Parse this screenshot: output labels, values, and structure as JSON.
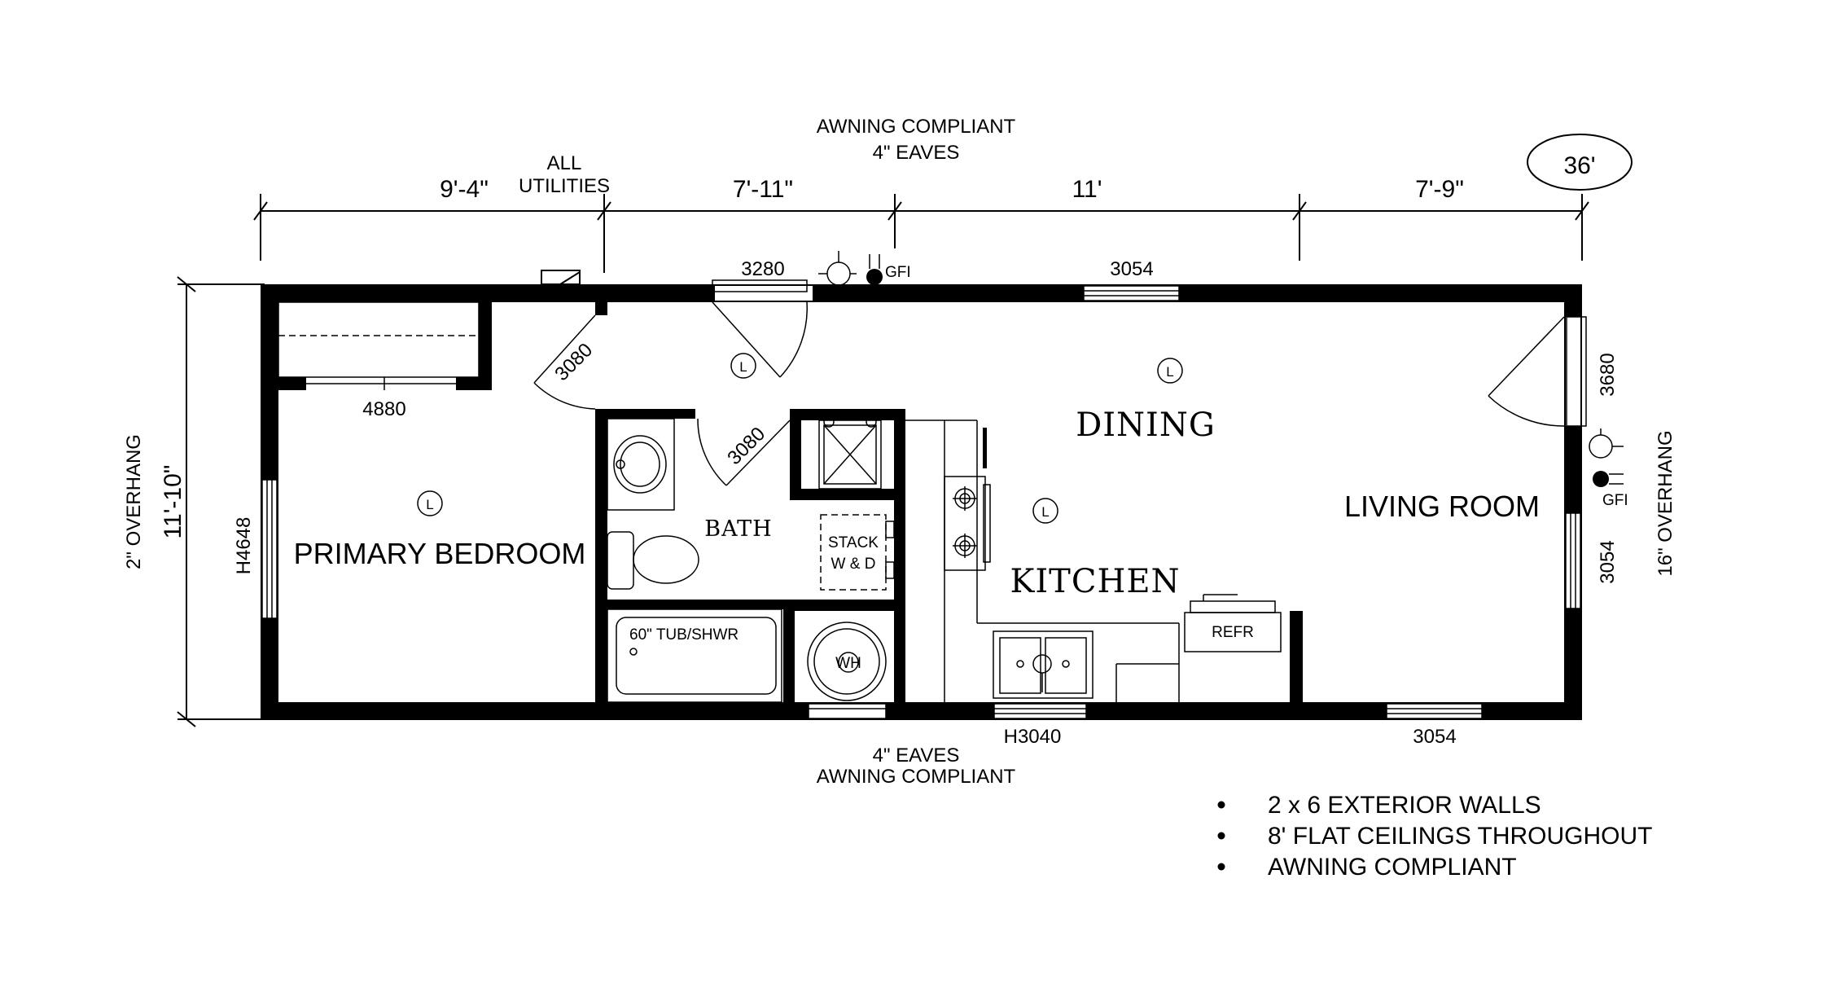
{
  "top_notes": {
    "line1": "AWNING COMPLIANT",
    "line2": "4\" EAVES"
  },
  "utilities": {
    "line1": "ALL",
    "line2": "UTILITIES"
  },
  "length_badge": "36'",
  "top_dimensions": [
    "9'-4\"",
    "7'-11\"",
    "11'",
    "7'-9\""
  ],
  "left_dimension": "11'-10\"",
  "left_overhang": "2\" OVERHANG",
  "right_overhang": "16\" OVERHANG",
  "bottom_notes": {
    "line1": "4\" EAVES",
    "line2": "AWNING COMPLIANT"
  },
  "rooms": {
    "primary_bedroom": "PRIMARY BEDROOM",
    "bath": "BATH",
    "dining": "DINING",
    "kitchen": "KITCHEN",
    "living_room": "LIVING ROOM"
  },
  "openings": {
    "top_door": "3280",
    "top_window": "3054",
    "bedroom_door": "3080",
    "bath_door": "3080",
    "closet": "4880",
    "left_window": "H4648",
    "right_door": "3680",
    "right_window": "3054",
    "bottom_kitchen_window": "H3040",
    "bottom_living_window": "3054"
  },
  "fixtures": {
    "tub": "60\" TUB/SHWR",
    "stack_line1": "STACK",
    "stack_line2": "W & D",
    "water_heater": "WH",
    "fridge": "REFR",
    "light": "L",
    "gfi_top": "GFI",
    "gfi_right": "GFI"
  },
  "specs": [
    "2 x 6 EXTERIOR WALLS",
    "8' FLAT CEILINGS THROUGHOUT",
    "AWNING COMPLIANT"
  ]
}
